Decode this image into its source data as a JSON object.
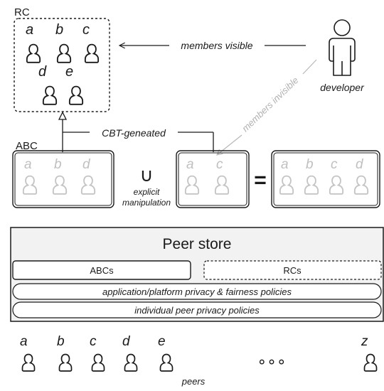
{
  "rc": {
    "title": "RC",
    "members": [
      "a",
      "b",
      "c",
      "d",
      "e"
    ]
  },
  "developer": {
    "label": "developer",
    "visible_arrow_label": "members visible",
    "invisible_arrow_label": "members invisible"
  },
  "abc": {
    "title": "ABC",
    "members": [
      "a",
      "b",
      "d"
    ],
    "cbt_label": "CBT-geneated"
  },
  "union": {
    "symbol": "∪",
    "label_line1": "explicit",
    "label_line2": "manipulation"
  },
  "manipulation_set": {
    "members": [
      "a",
      "c"
    ]
  },
  "equals": {
    "symbol": "="
  },
  "result_set": {
    "members": [
      "a",
      "b",
      "c",
      "d"
    ]
  },
  "peer_store": {
    "title": "Peer store",
    "abcs_label": "ABCs",
    "rcs_label": "RCs",
    "app_policy": "application/platform privacy & fairness policies",
    "peer_policy": "individual peer privacy policies"
  },
  "peers": {
    "letters": [
      "a",
      "b",
      "c",
      "d",
      "e"
    ],
    "last_letter": "z",
    "ellipsis": "∘∘∘",
    "label": "peers"
  },
  "colors": {
    "line": "#1a1a1a",
    "faded": "#c4c4c4",
    "faded_text": "#c0c0c0",
    "store_fill": "#f2f2f2",
    "person_fill": "#ffffff"
  }
}
